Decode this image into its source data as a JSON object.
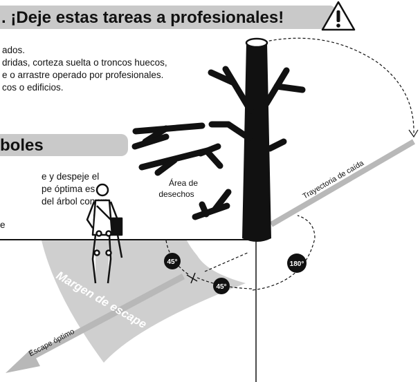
{
  "header": {
    "title": ". ¡Deje estas tareas a profesionales!",
    "warning_icon": "warning-triangle-icon"
  },
  "intro_lines": [
    "ados.",
    "dridas, corteza suelta o troncos huecos,",
    "e o arrastre operado por profesionales.",
    "cos o edificios."
  ],
  "section": {
    "title": "boles"
  },
  "section_lines": [
    "e y despeje el",
    "pe óptima es a",
    "del árbol con un"
  ],
  "section_tail": "e",
  "diagram": {
    "debris_label_1": "Área de",
    "debris_label_2": "desechos",
    "fall_path_label": "Trayectoria de caída",
    "escape_margin_label": "Margen de escape",
    "optimal_escape_label": "Escape óptimo",
    "angle_1": "45°",
    "angle_2": "45°",
    "angle_3": "180°",
    "colors": {
      "zone": "#cfcfcf",
      "arrow": "#b8b8b8",
      "ink": "#111111"
    }
  }
}
